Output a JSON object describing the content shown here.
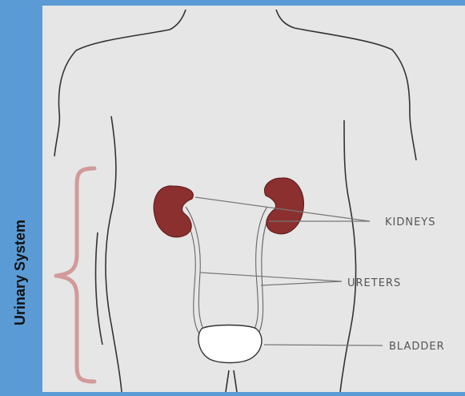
{
  "title": "Urinary System",
  "labels": {
    "kidneys": "KIDNEYS",
    "ureters": "URETERS",
    "bladder": "BLADDER"
  },
  "colors": {
    "background": "#5b9bd5",
    "panel": "#e6e6e6",
    "kidney": "#8b2f2f",
    "brace": "#d29a9a",
    "outline": "#333333",
    "leader": "#777777"
  }
}
